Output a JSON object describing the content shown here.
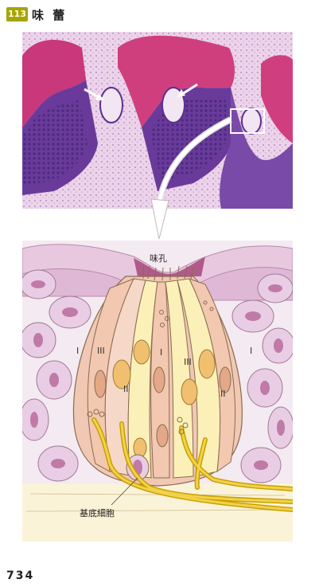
{
  "header": {
    "badge": "113",
    "title": "味 蕾"
  },
  "diagram": {
    "labels": {
      "taste_pore": "味孔",
      "basal_cell": "基底細胞",
      "type_I": "I",
      "type_II": "II",
      "type_III": "III"
    }
  },
  "footer": {
    "page_number": "734"
  }
}
